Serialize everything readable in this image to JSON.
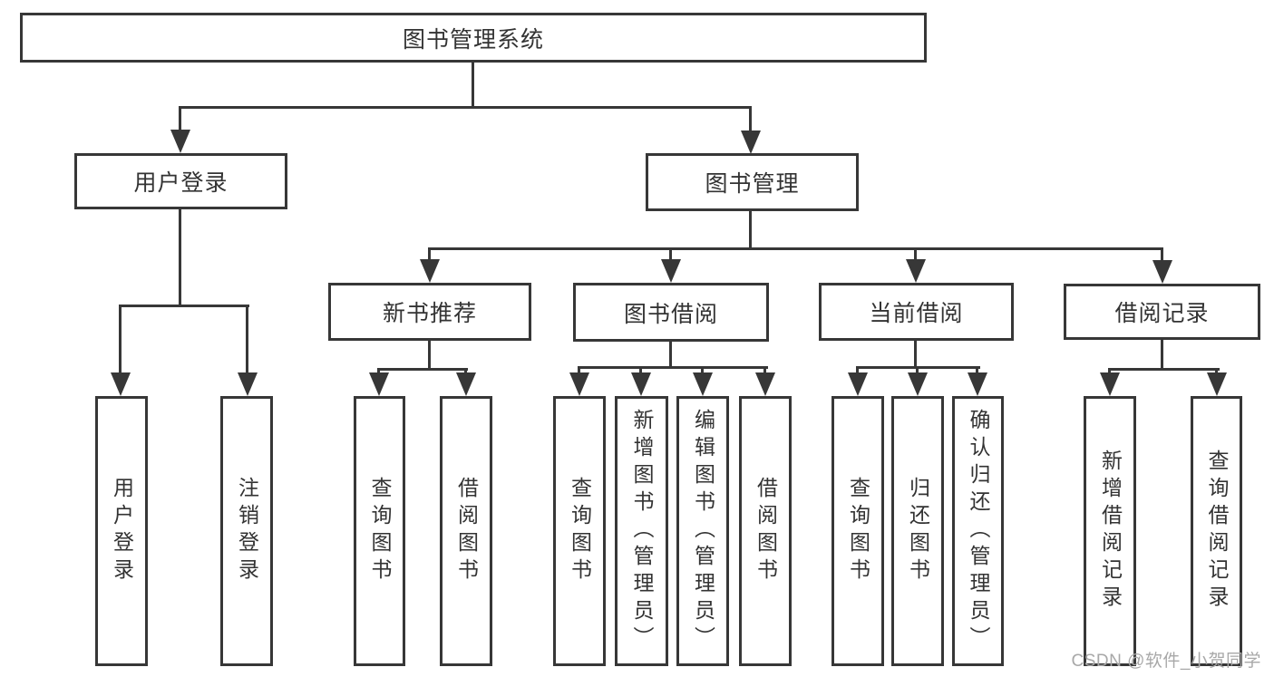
{
  "theme": {
    "line_color": "#373737",
    "text_color": "#333333",
    "watermark_color": "#a8a8a8",
    "bg_color": "#ffffff"
  },
  "watermark": {
    "text": "CSDN @软件_小贺同学"
  },
  "diagram": {
    "type": "hierarchy-tree",
    "title": "图书管理系统",
    "tree": {
      "label": "图书管理系统",
      "children": [
        {
          "label": "用户登录",
          "children": [
            {
              "label": "用户登录"
            },
            {
              "label": "注销登录"
            }
          ]
        },
        {
          "label": "图书管理",
          "children": [
            {
              "label": "新书推荐",
              "children": [
                {
                  "label": "查询图书"
                },
                {
                  "label": "借阅图书"
                }
              ]
            },
            {
              "label": "图书借阅",
              "children": [
                {
                  "label": "查询图书"
                },
                {
                  "label": "新增图书（管理员）"
                },
                {
                  "label": "编辑图书（管理员）"
                },
                {
                  "label": "借阅图书"
                }
              ]
            },
            {
              "label": "当前借阅",
              "children": [
                {
                  "label": "查询图书"
                },
                {
                  "label": "归还图书"
                },
                {
                  "label": "确认归还（管理员）"
                }
              ]
            },
            {
              "label": "借阅记录",
              "children": [
                {
                  "label": "新增借阅记录"
                },
                {
                  "label": "查询借阅记录"
                }
              ]
            }
          ]
        }
      ]
    }
  }
}
